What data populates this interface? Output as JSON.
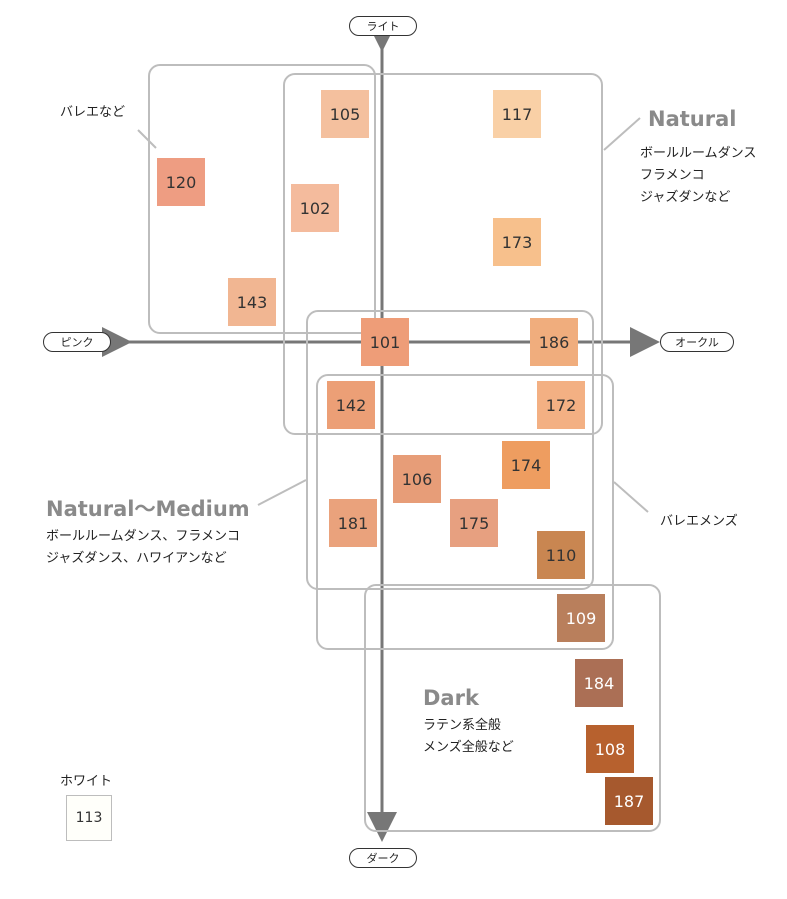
{
  "axes": {
    "top": "ライト",
    "bottom": "ダーク",
    "left": "ピンク",
    "right": "オークル"
  },
  "groups": {
    "ballet": {
      "label": "バレエなど"
    },
    "natural": {
      "title": "Natural",
      "lines": [
        "ボールルームダンス",
        "フラメンコ",
        "ジャズダンなど"
      ]
    },
    "natural_medium": {
      "title": "Natural〜Medium",
      "lines": [
        "ボールルームダンス、フラメンコ",
        "ジャズダンス、ハワイアンなど"
      ]
    },
    "ballet_mens": {
      "label": "バレエメンズ"
    },
    "dark": {
      "title": "Dark",
      "lines": [
        "ラテン系全般",
        "メンズ全般など"
      ]
    },
    "white": {
      "label": "ホワイト"
    }
  },
  "swatches": [
    {
      "id": "105",
      "color": "#f4c09e"
    },
    {
      "id": "117",
      "color": "#f9d0a6"
    },
    {
      "id": "120",
      "color": "#ee9d82"
    },
    {
      "id": "102",
      "color": "#f4bb9d"
    },
    {
      "id": "173",
      "color": "#f7c08c"
    },
    {
      "id": "143",
      "color": "#f1b692"
    },
    {
      "id": "101",
      "color": "#ee9d78"
    },
    {
      "id": "186",
      "color": "#f0ad7d"
    },
    {
      "id": "142",
      "color": "#ec9f76"
    },
    {
      "id": "172",
      "color": "#f3b083"
    },
    {
      "id": "106",
      "color": "#e79d78"
    },
    {
      "id": "174",
      "color": "#ee9d60"
    },
    {
      "id": "181",
      "color": "#eaa27c"
    },
    {
      "id": "175",
      "color": "#e7a080"
    },
    {
      "id": "110",
      "color": "#c98651"
    },
    {
      "id": "109",
      "color": "#b97f5c"
    },
    {
      "id": "184",
      "color": "#ab6f55"
    },
    {
      "id": "108",
      "color": "#b7612e"
    },
    {
      "id": "187",
      "color": "#a6592e"
    },
    {
      "id": "113",
      "color": "#fffffa"
    }
  ]
}
